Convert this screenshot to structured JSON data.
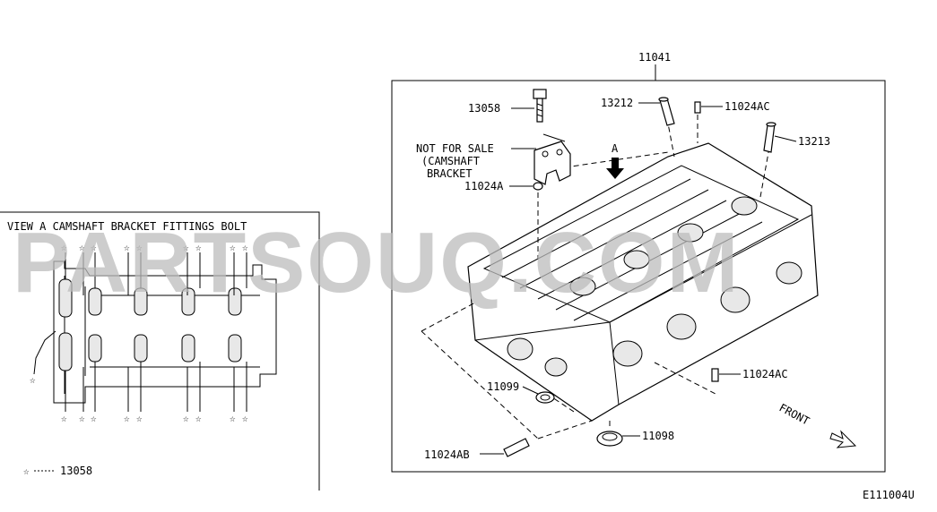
{
  "diagram": {
    "code": "E111004U",
    "main_part": "11041",
    "view_a": {
      "title": "VIEW A   CAMSHAFT BRACKET FITTINGS BOLT",
      "legend_symbol": "☆",
      "legend_part": "13058"
    },
    "callouts": {
      "p13058": "13058",
      "p13212": "13212",
      "p11024AC_top": "11024AC",
      "p13213": "13213",
      "not_for_sale_1": "NOT FOR SALE",
      "not_for_sale_2": "(CAMSHAFT",
      "not_for_sale_3": "BRACKET",
      "p11024A": "11024A",
      "p11024AC_mid": "11024AC",
      "p11099": "11099",
      "p11098": "11098",
      "p11024AB": "11024AB",
      "arrow_a": "A",
      "front": "FRONT"
    },
    "watermark": "PARTSOUQ.COM"
  }
}
